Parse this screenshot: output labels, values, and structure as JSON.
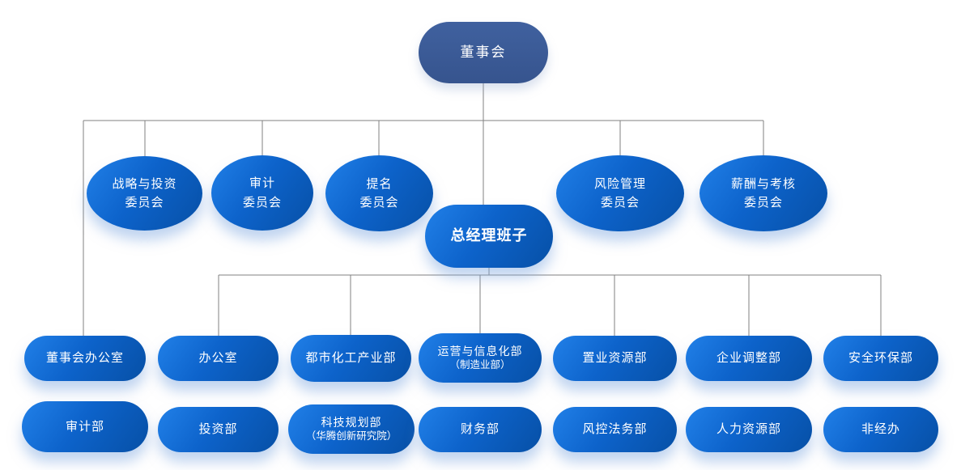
{
  "diagram": {
    "type": "org-chart",
    "background": "#ffffff",
    "connector_color": "#808080",
    "node_fill_primary": "#0d63cb",
    "node_fill_primary_light": "#2180e8",
    "node_fill_primary_dark": "#0750a6",
    "node_fill_root": "#3a5a96",
    "node_text_color": "#ffffff"
  },
  "nodes": {
    "board": {
      "label": "董事会"
    },
    "strategy_committee": {
      "label": [
        "战略与投资",
        "委员会"
      ]
    },
    "audit_committee": {
      "label": [
        "审计",
        "委员会"
      ]
    },
    "nomination_committee": {
      "label": [
        "提名",
        "委员会"
      ]
    },
    "gm_team": {
      "label": "总经理班子"
    },
    "risk_committee": {
      "label": [
        "风险管理",
        "委员会"
      ]
    },
    "compensation_committee": {
      "label": [
        "薪酬与考核",
        "委员会"
      ]
    },
    "board_office": {
      "label": "董事会办公室"
    },
    "office": {
      "label": "办公室"
    },
    "urban_chemical": {
      "label": "都市化工产业部"
    },
    "operations_info": {
      "label": "运营与信息化部",
      "sublabel": "（制造业部）"
    },
    "property_resources": {
      "label": "置业资源部"
    },
    "enterprise_adjustment": {
      "label": "企业调整部"
    },
    "safety_environment": {
      "label": "安全环保部"
    },
    "audit_dept": {
      "label": "审计部"
    },
    "investment_dept": {
      "label": "投资部"
    },
    "tech_planning": {
      "label": "科技规划部",
      "sublabel": "（华腾创新研究院）"
    },
    "finance_dept": {
      "label": "财务部"
    },
    "risk_legal_dept": {
      "label": "风控法务部"
    },
    "hr_dept": {
      "label": "人力资源部"
    },
    "non_operating_office": {
      "label": "非经办"
    }
  }
}
